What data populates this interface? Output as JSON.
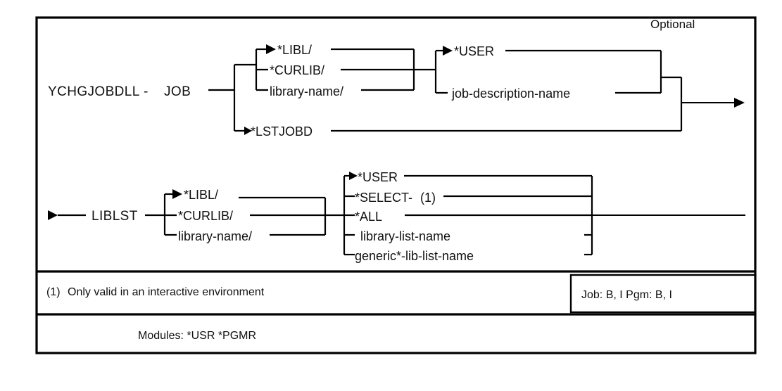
{
  "diagram": {
    "kind": "railroad-syntax-diagram",
    "command": "YCHGJOBDLL",
    "optional_label": "Optional",
    "line1": {
      "keyword": "JOB",
      "separator": "-",
      "library_group": {
        "items": [
          "*LIBL/",
          "*CURLIB/",
          "library-name/"
        ],
        "default": "*LIBL/"
      },
      "name_group": {
        "items": [
          "*USER",
          "job-description-name"
        ],
        "default": "*USER"
      },
      "alternate": "*LSTJOBD"
    },
    "line2": {
      "keyword": "LIBLST",
      "library_group": {
        "items": [
          "*LIBL/",
          "*CURLIB/",
          "library-name/"
        ],
        "default": "*LIBL/"
      },
      "list_group": {
        "items": [
          "*USER",
          "*SELECT-",
          "*ALL",
          "library-list-name",
          "generic*-lib-list-name"
        ],
        "default": "*USER",
        "select_footnote": "(1)"
      }
    },
    "footnote": {
      "marker": "(1)",
      "text": "Only valid in an interactive environment"
    },
    "restriction_box": {
      "job_label": "Job:",
      "job_value": "B, I",
      "pgm_label": "Pgm:",
      "pgm_value": "B, I",
      "combined": "Job: B, I   Pgm: B, I"
    },
    "modules": {
      "label": "Modules:",
      "values": "*USR *PGMR",
      "combined": "Modules:  *USR  *PGMR"
    },
    "colors": {
      "line": "#000000",
      "text": "#111111",
      "background": "#ffffff"
    }
  }
}
